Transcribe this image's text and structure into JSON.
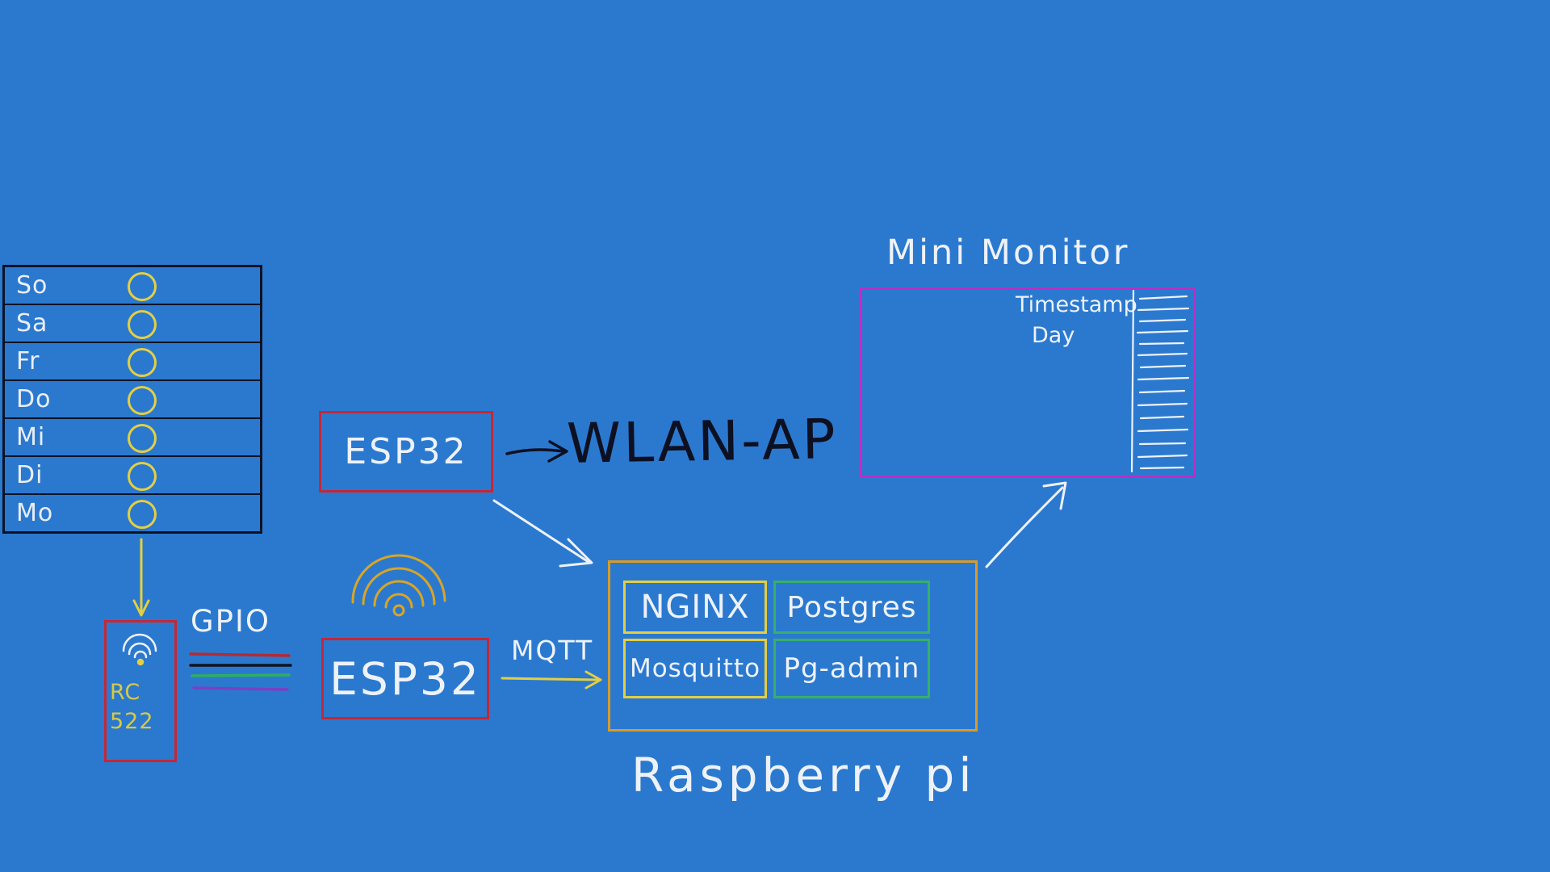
{
  "colors": {
    "background": "#2b79cf",
    "table_ink": "#0c1226",
    "circle_yellow": "#e3cf43",
    "esp32_border_red": "#c52736",
    "raspberry_border_orange": "#d99c26",
    "service_yellow": "#e3cf43",
    "service_green": "#35b06a",
    "monitor_border_magenta": "#bf2cc4",
    "black_ink": "#0d1021",
    "white_ink": "#eef2f8",
    "gpio_wire_red": "#b52a31",
    "gpio_wire_black": "#10131f",
    "gpio_wire_green": "#2fae62",
    "gpio_wire_purple": "#7b3fc4",
    "wifi_orange": "#d9a526"
  },
  "weekday_panel": {
    "rows": [
      "So",
      "Sa",
      "Fr",
      "Do",
      "Mi",
      "Di",
      "Mo"
    ]
  },
  "rfid_reader": {
    "line1": "RC",
    "line2": "522",
    "icon": "wifi"
  },
  "labels": {
    "gpio": "GPIO",
    "mqtt": "MQTT",
    "wlan_ap": "WLAN-AP"
  },
  "esp32": {
    "top_label": "ESP32",
    "bottom_label": "ESP32",
    "wifi_icon": "wifi"
  },
  "raspberry_pi": {
    "caption": "Raspberry pi",
    "services": [
      {
        "name": "NGINX",
        "border": "#e3cf43"
      },
      {
        "name": "Postgres",
        "border": "#35b06a"
      },
      {
        "name": "Mosquitto",
        "border": "#e3cf43"
      },
      {
        "name": "Pg-admin",
        "border": "#35b06a"
      }
    ]
  },
  "mini_monitor": {
    "title": "Mini Monitor",
    "header_line1": "Timestamp",
    "header_line2": "Day"
  }
}
